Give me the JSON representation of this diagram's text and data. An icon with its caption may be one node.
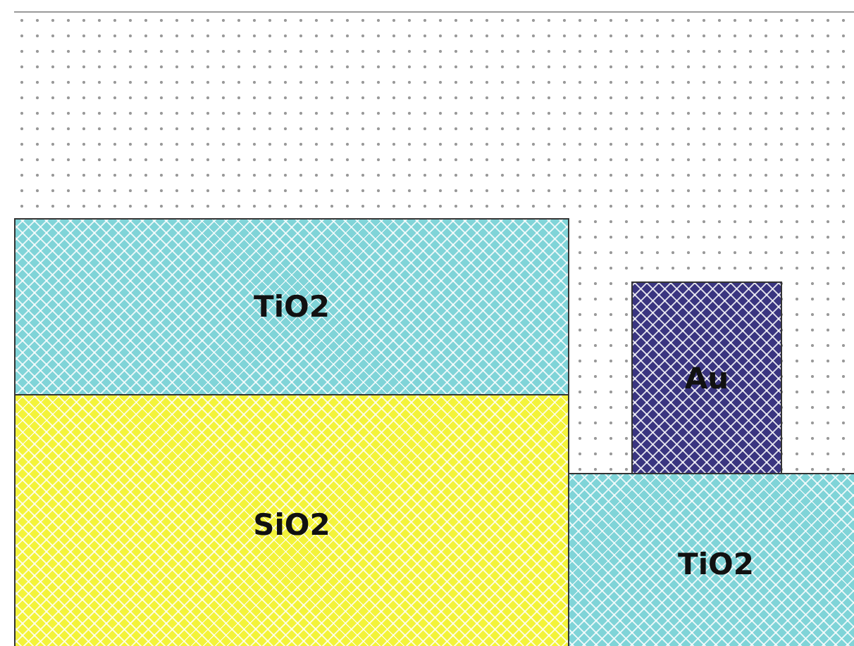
{
  "diagram": {
    "nodes": [
      {
        "text": [
          "TiO2"
        ]
      },
      {
        "text": [
          "SiO2"
        ]
      },
      {
        "text": [
          "Au"
        ]
      },
      {
        "text": [
          "TiO2"
        ]
      }
    ]
  }
}
